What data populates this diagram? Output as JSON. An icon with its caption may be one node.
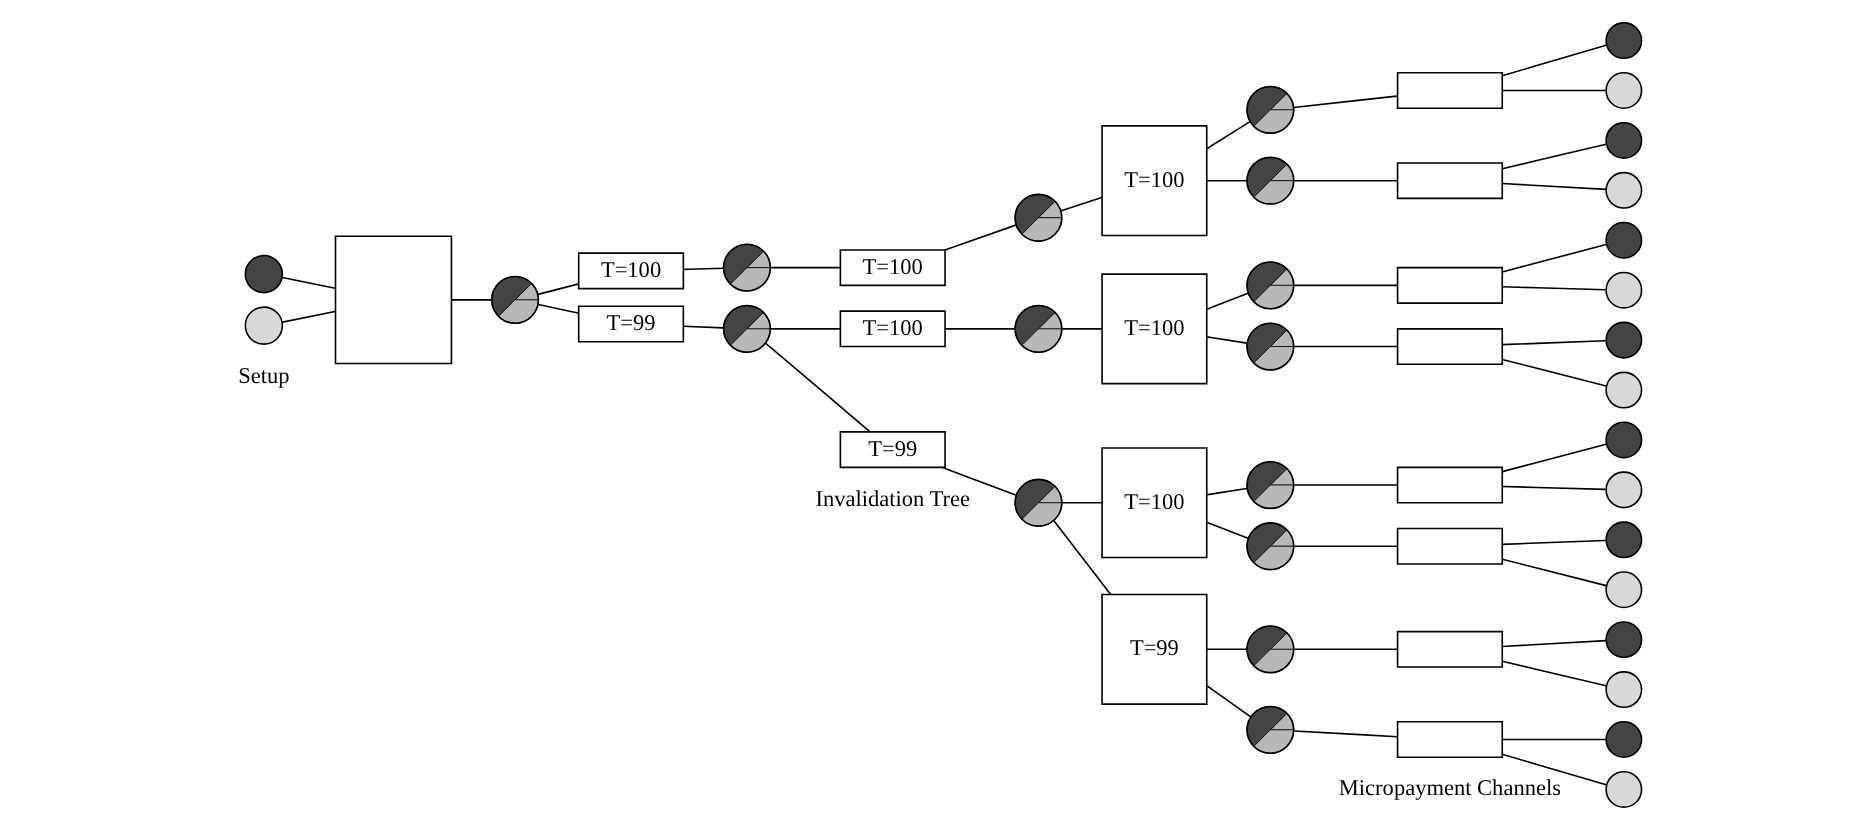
{
  "diagram": {
    "nodes": [
      {
        "text": [],
        "shape": "circle"
      },
      {
        "text": [],
        "shape": "circle"
      },
      {
        "text": [],
        "shape": "box"
      },
      {
        "text": [],
        "shape": "circle"
      },
      {
        "text": [
          "T=100"
        ]
      },
      {
        "text": [
          "T=99"
        ]
      },
      {
        "text": [],
        "shape": "circle"
      },
      {
        "text": [
          "T=100"
        ]
      },
      {
        "text": [],
        "shape": "circle"
      },
      {
        "text": [
          "T=100"
        ]
      },
      {
        "text": [],
        "shape": "circle"
      },
      {
        "text": [
          "T=100"
        ]
      },
      {
        "text": [],
        "shape": "circle"
      },
      {
        "text": [
          "T=100"
        ]
      },
      {
        "text": [
          "T=99"
        ]
      },
      {
        "text": [],
        "shape": "circle"
      },
      {
        "text": [
          "T=100"
        ]
      },
      {
        "text": [
          "T=99"
        ]
      },
      {
        "text": [],
        "shape": "circle"
      },
      {
        "text": [],
        "shape": "box"
      },
      {
        "text": [],
        "shape": "circle"
      },
      {
        "text": [],
        "shape": "circle"
      },
      {
        "text": [],
        "shape": "circle"
      },
      {
        "text": [],
        "shape": "box"
      },
      {
        "text": [],
        "shape": "circle"
      },
      {
        "text": [],
        "shape": "circle"
      },
      {
        "text": [],
        "shape": "circle"
      },
      {
        "text": [],
        "shape": "box"
      },
      {
        "text": [],
        "shape": "circle"
      },
      {
        "text": [],
        "shape": "circle"
      },
      {
        "text": [],
        "shape": "circle"
      },
      {
        "text": [],
        "shape": "box"
      },
      {
        "text": [],
        "shape": "circle"
      },
      {
        "text": [],
        "shape": "circle"
      },
      {
        "text": [],
        "shape": "circle"
      },
      {
        "text": [],
        "shape": "box"
      },
      {
        "text": [],
        "shape": "circle"
      },
      {
        "text": [],
        "shape": "circle"
      },
      {
        "text": [],
        "shape": "circle"
      },
      {
        "text": [],
        "shape": "box"
      },
      {
        "text": [],
        "shape": "circle"
      },
      {
        "text": [],
        "shape": "circle"
      },
      {
        "text": [],
        "shape": "circle"
      },
      {
        "text": [],
        "shape": "box"
      },
      {
        "text": [],
        "shape": "circle"
      },
      {
        "text": [],
        "shape": "circle"
      },
      {
        "text": [],
        "shape": "circle"
      },
      {
        "text": [],
        "shape": "box"
      },
      {
        "text": [],
        "shape": "circle"
      },
      {
        "text": [],
        "shape": "circle"
      }
    ],
    "edges": [
      {
        "from": 0,
        "to": 2,
        "arrow": "none"
      },
      {
        "from": 1,
        "to": 2,
        "arrow": "none"
      },
      {
        "from": 2,
        "to": 3,
        "arrow": "none"
      },
      {
        "from": 3,
        "to": 4,
        "arrow": "none"
      },
      {
        "from": 3,
        "to": 5,
        "arrow": "none"
      },
      {
        "from": 4,
        "to": 6,
        "arrow": "none"
      },
      {
        "from": 6,
        "to": 7,
        "arrow": "none"
      },
      {
        "from": 7,
        "to": 8,
        "arrow": "none"
      },
      {
        "from": 8,
        "to": 9,
        "arrow": "none"
      },
      {
        "from": 5,
        "to": 10,
        "arrow": "none"
      },
      {
        "from": 10,
        "to": 11,
        "arrow": "none"
      },
      {
        "from": 11,
        "to": 12,
        "arrow": "none"
      },
      {
        "from": 12,
        "to": 13,
        "arrow": "none"
      },
      {
        "from": 10,
        "to": 14,
        "arrow": "none"
      },
      {
        "from": 14,
        "to": 15,
        "arrow": "none"
      },
      {
        "from": 15,
        "to": 16,
        "arrow": "none"
      },
      {
        "from": 15,
        "to": 17,
        "arrow": "none"
      },
      {
        "from": 9,
        "to": 18,
        "arrow": "none"
      },
      {
        "from": 9,
        "to": 22,
        "arrow": "none"
      },
      {
        "from": 13,
        "to": 26,
        "arrow": "none"
      },
      {
        "from": 13,
        "to": 30,
        "arrow": "none"
      },
      {
        "from": 16,
        "to": 34,
        "arrow": "none"
      },
      {
        "from": 16,
        "to": 38,
        "arrow": "none"
      },
      {
        "from": 17,
        "to": 42,
        "arrow": "none"
      },
      {
        "from": 17,
        "to": 46,
        "arrow": "none"
      },
      {
        "from": 18,
        "to": 19,
        "arrow": "none"
      },
      {
        "from": 19,
        "to": 20,
        "arrow": "none"
      },
      {
        "from": 19,
        "to": 21,
        "arrow": "none"
      },
      {
        "from": 22,
        "to": 23,
        "arrow": "none"
      },
      {
        "from": 23,
        "to": 24,
        "arrow": "none"
      },
      {
        "from": 23,
        "to": 25,
        "arrow": "none"
      },
      {
        "from": 26,
        "to": 27,
        "arrow": "none"
      },
      {
        "from": 27,
        "to": 28,
        "arrow": "none"
      },
      {
        "from": 27,
        "to": 29,
        "arrow": "none"
      },
      {
        "from": 30,
        "to": 31,
        "arrow": "none"
      },
      {
        "from": 31,
        "to": 32,
        "arrow": "none"
      },
      {
        "from": 31,
        "to": 33,
        "arrow": "none"
      },
      {
        "from": 34,
        "to": 35,
        "arrow": "none"
      },
      {
        "from": 35,
        "to": 36,
        "arrow": "none"
      },
      {
        "from": 35,
        "to": 37,
        "arrow": "none"
      },
      {
        "from": 38,
        "to": 39,
        "arrow": "none"
      },
      {
        "from": 39,
        "to": 40,
        "arrow": "none"
      },
      {
        "from": 39,
        "to": 41,
        "arrow": "none"
      },
      {
        "from": 42,
        "to": 43,
        "arrow": "none"
      },
      {
        "from": 43,
        "to": 44,
        "arrow": "none"
      },
      {
        "from": 43,
        "to": 45,
        "arrow": "none"
      },
      {
        "from": 46,
        "to": 47,
        "arrow": "none"
      },
      {
        "from": 47,
        "to": 48,
        "arrow": "none"
      },
      {
        "from": 47,
        "to": 49,
        "arrow": "none"
      }
    ],
    "labels": [
      "Setup",
      "Invalidation Tree",
      "Micropayment Channels"
    ]
  }
}
